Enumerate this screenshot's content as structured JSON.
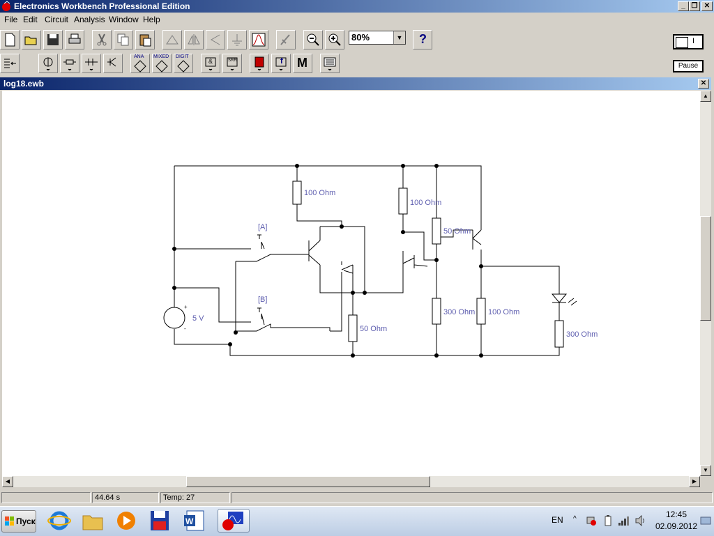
{
  "app": {
    "title": "Electronics Workbench Professional Edition",
    "window_controls": [
      "_",
      "❐",
      "✕"
    ]
  },
  "menu": [
    "File",
    "Edit",
    "Circuit",
    "Analysis",
    "Window",
    "Help"
  ],
  "toolbar": {
    "zoom_value": "80%",
    "help_label": "?",
    "pause_label": "Pause",
    "power_label": "I"
  },
  "parts_bin": {
    "ana": "ANA",
    "mixed": "MIXED",
    "digit": "DIGIT",
    "m_label": "M",
    "logic_label_1": "&",
    "logic_label_2": "SRR",
    "f_label": "f"
  },
  "document": {
    "title": "log18.ewb",
    "close": "✕"
  },
  "circuit": {
    "source_label": "5 V",
    "switch_a_key": "[A]",
    "switch_b_key": "[B]",
    "resistors": {
      "r1": "100  Ohm",
      "r2": "100  Ohm",
      "r3": "50  Ohm",
      "r4": "50  Ohm",
      "r5": "300  Ohm",
      "r6": "100  Ohm",
      "r7": "300  Ohm"
    },
    "plus": "+",
    "minus": "-"
  },
  "status": {
    "time": "44.64 s",
    "temp": "Temp:  27"
  },
  "taskbar": {
    "start_label": "Пуск",
    "lang": "EN",
    "clock_time": "12:45",
    "clock_date": "02.09.2012"
  }
}
